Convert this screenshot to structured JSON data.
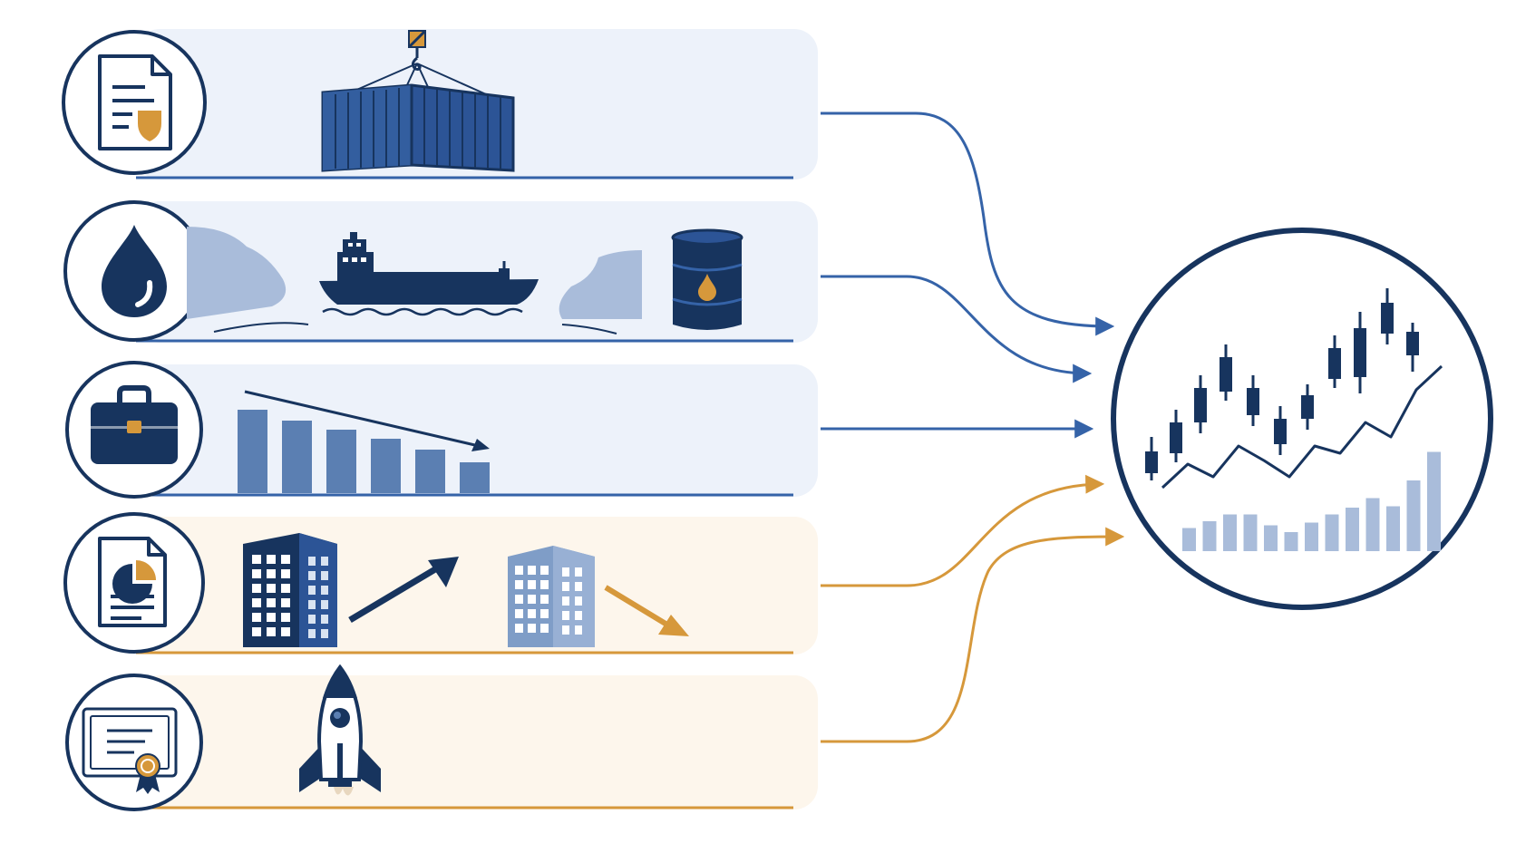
{
  "colors": {
    "navy": "#17345e",
    "blue": "#3563a8",
    "mid_blue": "#5b7fb2",
    "light_blue": "#a9bcda",
    "gold": "#d6983b",
    "blue_panel": "#edf2fa",
    "gold_panel": "#fdf6ec",
    "white": "#ffffff"
  },
  "rows": [
    {
      "id": "trade-policy",
      "theme": "blue",
      "circle_icon": "document-shield-icon",
      "scene": "shipping-container-crane"
    },
    {
      "id": "oil-supply",
      "theme": "blue",
      "circle_icon": "oil-drop-icon",
      "scene": "oil-tanker-strait-barrel"
    },
    {
      "id": "employment",
      "theme": "blue",
      "circle_icon": "briefcase-icon",
      "scene": "declining-bar-chart"
    },
    {
      "id": "corporate-reports",
      "theme": "gold",
      "circle_icon": "report-pie-chart-icon",
      "scene": "buildings-up-down"
    },
    {
      "id": "new-listings",
      "theme": "gold",
      "circle_icon": "certificate-seal-icon",
      "scene": "rocket-launch"
    }
  ],
  "market_circle": {
    "icon": "stock-market-chart-icon",
    "volume_levels": [
      0.17,
      0.22,
      0.27,
      0.27,
      0.19,
      0.14,
      0.21,
      0.27,
      0.32,
      0.39,
      0.33,
      0.52,
      0.73
    ],
    "trend_levels": [
      0.2,
      0.33,
      0.26,
      0.43,
      0.35,
      0.26,
      0.43,
      0.39,
      0.56,
      0.48,
      0.74,
      0.87
    ]
  }
}
